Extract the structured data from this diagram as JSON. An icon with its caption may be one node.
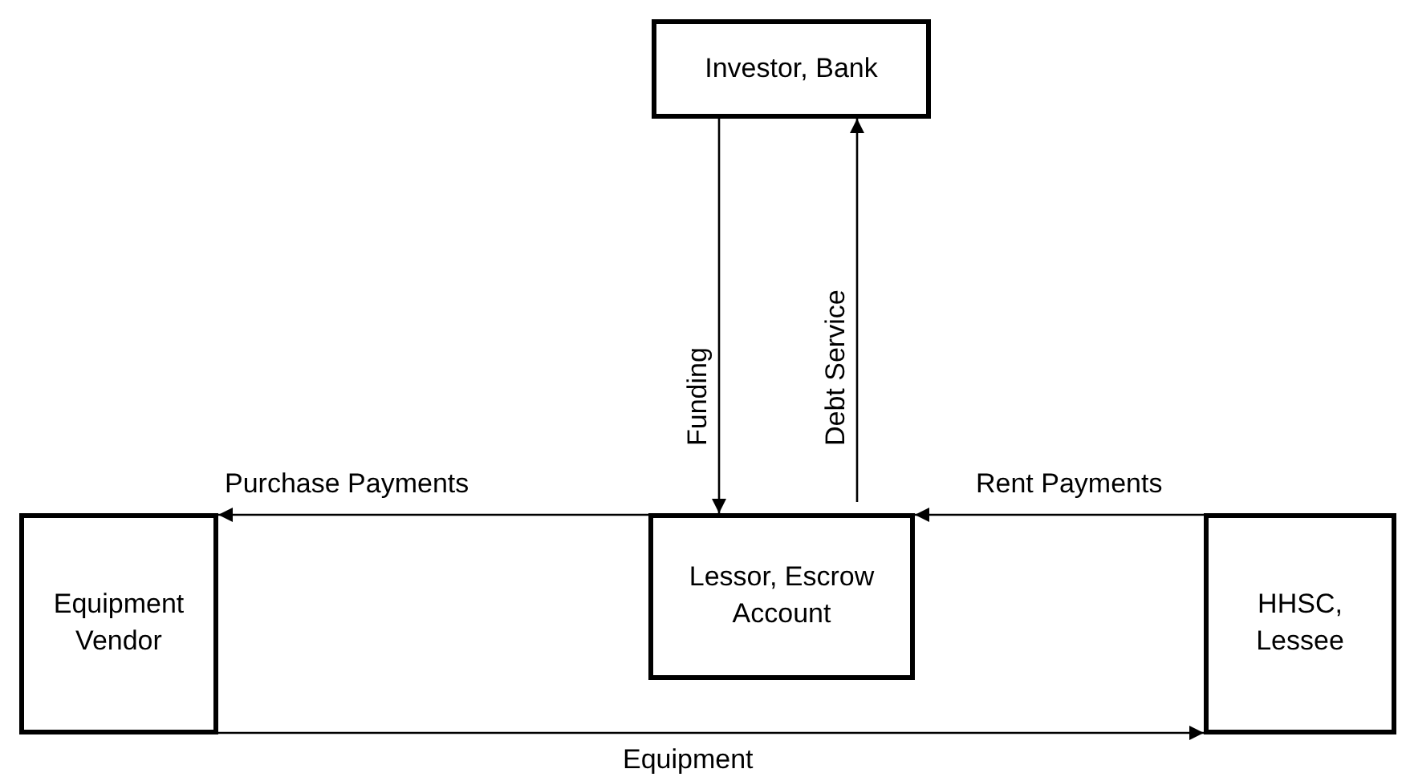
{
  "diagram": {
    "nodes": [
      {
        "text": [
          "Investor, Bank"
        ]
      },
      {
        "text": [
          "Equipment Vendor"
        ]
      },
      {
        "text": [
          "Lessor, Escrow Account"
        ]
      },
      {
        "text": [
          "HHSC, Lessee"
        ]
      }
    ],
    "edges": [
      {
        "from": 0,
        "to": 2,
        "arrow": "to",
        "label": "Funding"
      },
      {
        "from": 2,
        "to": 0,
        "arrow": "to",
        "label": "Debt Service"
      },
      {
        "from": 2,
        "to": 1,
        "arrow": "to",
        "label": "Purchase Payments"
      },
      {
        "from": 3,
        "to": 2,
        "arrow": "to",
        "label": "Rent Payments"
      },
      {
        "from": 1,
        "to": 3,
        "arrow": "to",
        "label": "Equipment"
      }
    ]
  }
}
